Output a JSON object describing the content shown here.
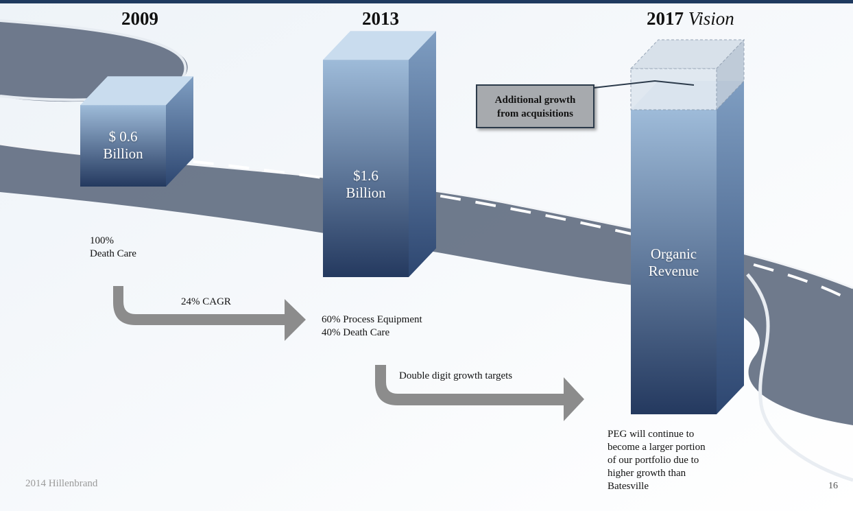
{
  "chart_data": {
    "type": "bar",
    "categories": [
      "2009",
      "2013",
      "2017"
    ],
    "series": [
      {
        "values": [
          0.6,
          1.6,
          null
        ]
      }
    ],
    "value_labels": [
      "$ 0.6 Billion",
      "$1.6 Billion",
      "Organic Revenue"
    ],
    "year_labels": [
      {
        "year": "2009",
        "suffix": ""
      },
      {
        "year": "2013",
        "suffix": ""
      },
      {
        "year": "2017",
        "suffix": "Vision"
      }
    ],
    "bar_text": {
      "bar_2009": [
        "$ 0.6",
        "Billion"
      ],
      "bar_2013": [
        "$1.6",
        "Billion"
      ],
      "bar_2017": [
        "Organic",
        "Revenue"
      ]
    },
    "notes": {
      "mix_2009": [
        "100%",
        "Death Care"
      ],
      "mix_2013": [
        "60% Process Equipment",
        "40% Death Care"
      ],
      "outlook_2017": [
        "PEG will continue to",
        "become a larger portion",
        "of our portfolio due to",
        "higher growth than",
        "Batesville"
      ]
    },
    "arrows": {
      "first": "24% CAGR",
      "second": "Double digit growth targets"
    },
    "callout": [
      "Additional growth",
      "from acquisitions"
    ],
    "colors": {
      "bar_top": "#c9dcee",
      "bar_front_light": "#9ebbd9",
      "bar_front_dark": "#24395f",
      "bar_side": "#4c6a93",
      "arrow": "#8c8c8c",
      "road": "#5f6c80",
      "callout_fill": "#a7aaae"
    }
  },
  "footer": {
    "company": "2014 Hillenbrand",
    "page": "16"
  }
}
